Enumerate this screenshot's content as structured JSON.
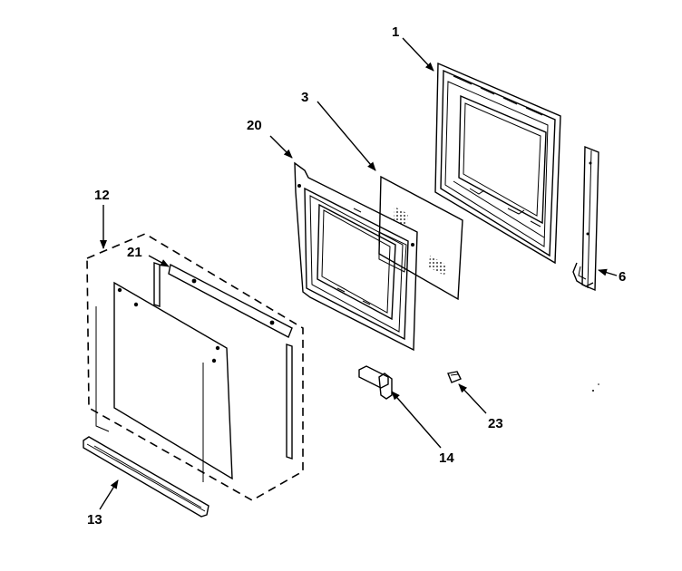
{
  "callouts": {
    "c1": "1",
    "c3": "3",
    "c20": "20",
    "c12": "12",
    "c21": "21",
    "c6": "6",
    "c23": "23",
    "c14": "14",
    "c13": "13"
  }
}
